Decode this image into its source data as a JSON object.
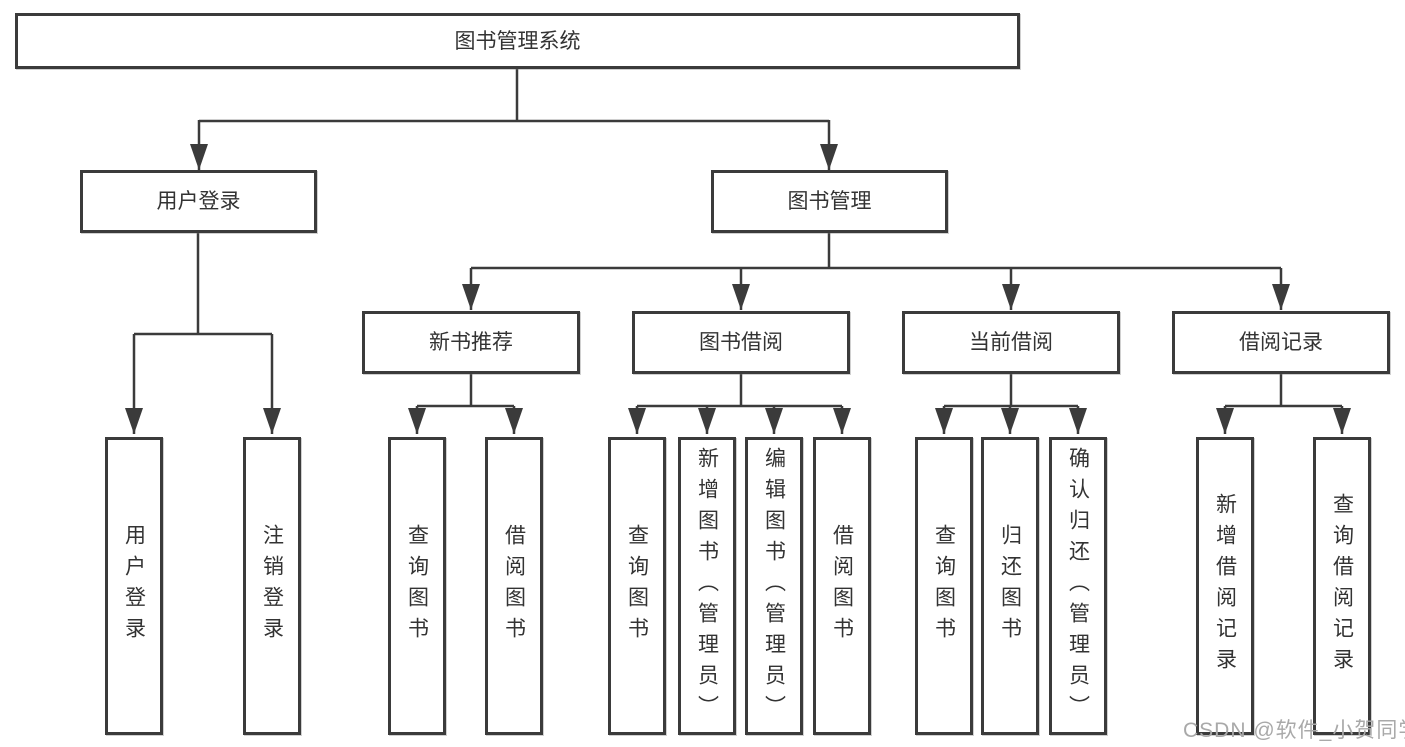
{
  "colors": {
    "line": "#3b3b3b",
    "box_border": "#3b3b3b",
    "text": "#333333",
    "watermark": "#a9a9a9",
    "background": "#ffffff"
  },
  "tree": {
    "root": {
      "label": "图书管理系统"
    },
    "children": [
      {
        "label": "用户登录",
        "children": [
          {
            "label": "用户登录"
          },
          {
            "label": "注销登录"
          }
        ]
      },
      {
        "label": "图书管理",
        "children": [
          {
            "label": "新书推荐",
            "children": [
              {
                "label": "查询图书"
              },
              {
                "label": "借阅图书"
              }
            ]
          },
          {
            "label": "图书借阅",
            "children": [
              {
                "label": "查询图书"
              },
              {
                "label": "新增图书（管理员）"
              },
              {
                "label": "编辑图书（管理员）"
              },
              {
                "label": "借阅图书"
              }
            ]
          },
          {
            "label": "当前借阅",
            "children": [
              {
                "label": "查询图书"
              },
              {
                "label": "归还图书"
              },
              {
                "label": "确认归还（管理员）"
              }
            ]
          },
          {
            "label": "借阅记录",
            "children": [
              {
                "label": "新增借阅记录"
              },
              {
                "label": "查询借阅记录"
              }
            ]
          }
        ]
      }
    ]
  },
  "watermark": {
    "text": "CSDN @软件_小贺同学"
  }
}
